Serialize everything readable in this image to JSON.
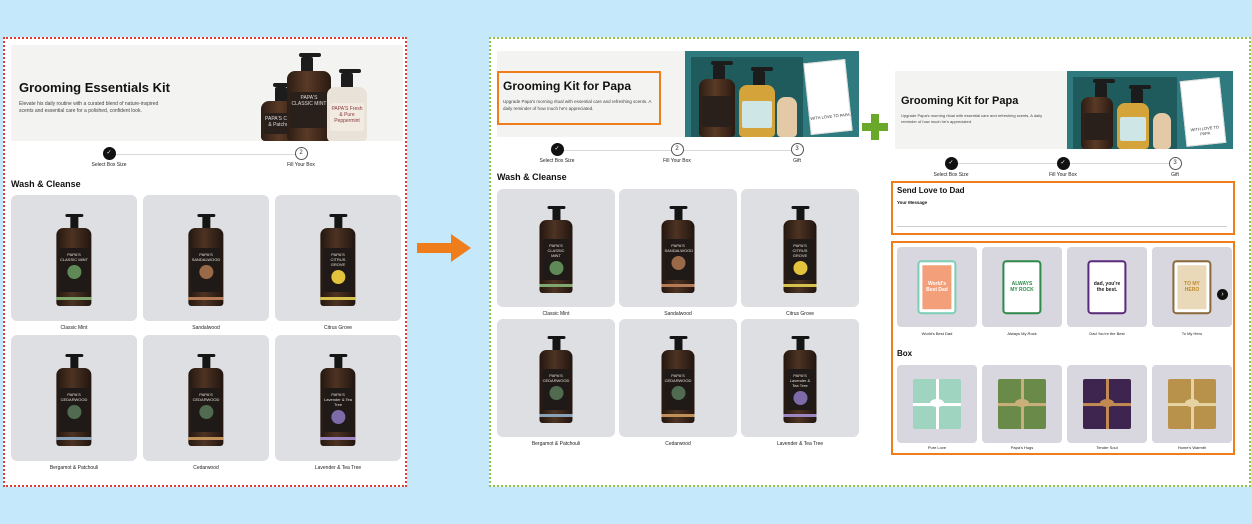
{
  "before": {
    "title": "Grooming Essentials Kit",
    "description": "Elevate his daily routine with a curated blend of nature-inspired scents and essential care for a polished, confident look.",
    "hero_bottles": [
      {
        "label": "PAPA'S Cedar & Patchouli"
      },
      {
        "label": "PAPA'S CLASSIC MINT"
      },
      {
        "label": "PAPA'S Fresh & Pure Peppermint"
      }
    ],
    "steps": [
      {
        "label": "Select Box Size",
        "index": "✓",
        "state": "done"
      },
      {
        "label": "Fill Your Box",
        "index": "2",
        "state": "pending"
      }
    ],
    "section": "Wash & Cleanse",
    "products": [
      {
        "name": "Classic Mint",
        "label": "PAPA'S CLASSIC MINT",
        "band": "#7ea86c",
        "emblem": "#5f8a57"
      },
      {
        "name": "Sandalwood",
        "label": "PAPA'S SANDALWOOD",
        "band": "#b67a55",
        "emblem": "#9a6a48"
      },
      {
        "name": "Citrus Grove",
        "label": "PAPA'S CITRUS GROVE",
        "band": "#d6c14a",
        "emblem": "#e3c23c"
      },
      {
        "name": "Bergamot & Patchouli",
        "label": "PAPA'S CEDARWOOD",
        "band": "#8aa2b8",
        "emblem": "#506b4f"
      },
      {
        "name": "Cedarwood",
        "label": "PAPA'S CEDARWOOD",
        "band": "#c09058",
        "emblem": "#506b4f"
      },
      {
        "name": "Lavender & Tea Tree",
        "label": "PAPA'S Lavender & Tea Tree",
        "band": "#9c86c4",
        "emblem": "#7d6aa8"
      }
    ]
  },
  "after_left": {
    "title": "Grooming Kit for Papa",
    "description": "Upgrade Papa's morning ritual with essential care and refreshing scents. A daily reminder of how much he's appreciated.",
    "box_card_text": "WITH LOVE TO PAPA",
    "steps": [
      {
        "label": "Select Box Size",
        "index": "✓",
        "state": "done"
      },
      {
        "label": "Fill Your Box",
        "index": "2",
        "state": "pending"
      },
      {
        "label": "Gift",
        "index": "3",
        "state": "pending"
      }
    ],
    "section": "Wash & Cleanse",
    "products": [
      {
        "name": "Classic Mint",
        "label": "PAPA'S CLASSIC MINT",
        "band": "#7ea86c",
        "emblem": "#5f8a57"
      },
      {
        "name": "Sandalwood",
        "label": "PAPA'S SANDALWOOD",
        "band": "#b67a55",
        "emblem": "#9a6a48"
      },
      {
        "name": "Citrus Grove",
        "label": "PAPA'S CITRUS GROVE",
        "band": "#d6c14a",
        "emblem": "#e3c23c"
      },
      {
        "name": "Bergamot & Patchouli",
        "label": "PAPA'S CEDARWOOD",
        "band": "#8aa2b8",
        "emblem": "#506b4f"
      },
      {
        "name": "Cedarwood",
        "label": "PAPA'S CEDARWOOD",
        "band": "#c09058",
        "emblem": "#506b4f"
      },
      {
        "name": "Lavender & Tea Tree",
        "label": "PAPA'S Lavender & Tea Tree",
        "band": "#9c86c4",
        "emblem": "#7d6aa8"
      }
    ]
  },
  "after_right": {
    "title": "Grooming Kit for Papa",
    "description": "Upgrade Papa's morning ritual with essential care and refreshing scents. A daily reminder of how much he's appreciated.",
    "box_card_text": "WITH LOVE TO PAPA",
    "steps": [
      {
        "label": "Select Box Size",
        "index": "✓",
        "state": "done"
      },
      {
        "label": "Fill Your Box",
        "index": "✓",
        "state": "done"
      },
      {
        "label": "Gift",
        "index": "3",
        "state": "pending"
      }
    ],
    "message_section": "Send Love to Dad",
    "message_label": "Your Message",
    "cards": [
      {
        "name": "World's Best Dad",
        "text": "World's Best Dad",
        "bg": "#f3a07a",
        "fg": "#ffffff",
        "border": "#7dcfb6"
      },
      {
        "name": "Always My Rock",
        "text": "ALWAYS MY ROCK",
        "bg": "#ffffff",
        "fg": "#2f8a4a",
        "border": "#2f8a4a"
      },
      {
        "name": "Dad You're the Best",
        "text": "dad, you're the best.",
        "bg": "#ffffff",
        "fg": "#222222",
        "border": "#5b2a7a"
      },
      {
        "name": "To My Hero",
        "text": "TO MY HERO",
        "bg": "#e9d9b8",
        "fg": "#c08a2c",
        "border": "#8a6a3a"
      }
    ],
    "box_section": "Box",
    "boxes": [
      {
        "name": "Pure Love",
        "color": "#9fd4c0",
        "ribbon": "#ffffff"
      },
      {
        "name": "Papa's Hugs",
        "color": "#6a8a4a",
        "ribbon": "#c9b07a"
      },
      {
        "name": "Tender Soul",
        "color": "#3d2550",
        "ribbon": "#c08a50"
      },
      {
        "name": "Home's Warmth",
        "color": "#b8924a",
        "ribbon": "#e6d3a3"
      }
    ],
    "next": "›"
  },
  "colors": {
    "before_border": "#e53935",
    "after_border": "#8bc34a",
    "highlight": "#f07d1c",
    "arrow": "#f07d1c",
    "plus": "#6aa82a"
  }
}
